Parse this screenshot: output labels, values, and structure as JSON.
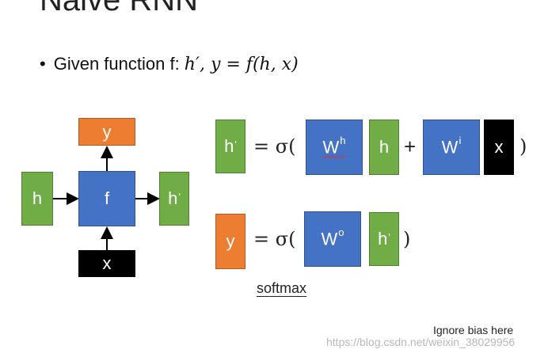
{
  "slide": {
    "title": "Naive RNN",
    "bullet_prefix": "Given function f: ",
    "bullet_formula": "h′, y = f(h, x)",
    "softmax": "softmax",
    "note": "Ignore bias here",
    "watermark": "https://blog.csdn.net/weixin_38029956"
  },
  "diagram": {
    "h": "h",
    "f": "f",
    "h_out": "h",
    "h_out_prime": "'",
    "y": "y",
    "x": "x"
  },
  "eq1": {
    "lhs": "h",
    "lhs_prime": "'",
    "equals_sigma": "= σ(",
    "wh": "W",
    "wh_sup": "h",
    "h": "h",
    "plus": "+",
    "wi": "W",
    "wi_sup": "i",
    "x": "x",
    "close": ")"
  },
  "eq2": {
    "lhs": "y",
    "equals_sigma": "= σ(",
    "wo": "W",
    "wo_sup": "o",
    "h": "h",
    "h_prime": "'",
    "close": ")"
  },
  "colors": {
    "green": "#70ad47",
    "blue": "#4472c4",
    "orange": "#ed7d31",
    "black": "#000000"
  }
}
